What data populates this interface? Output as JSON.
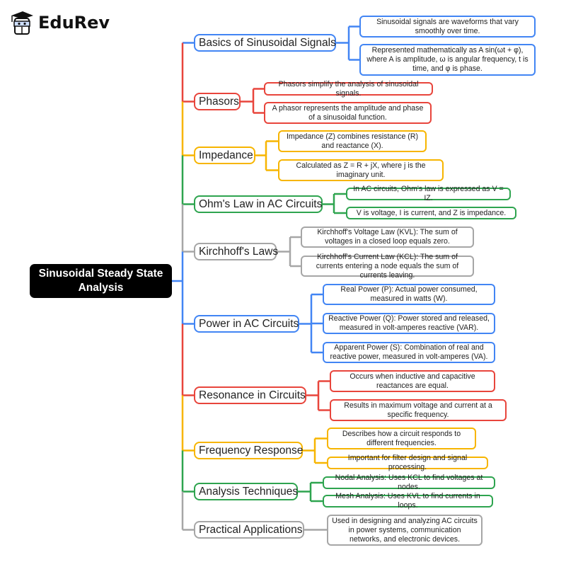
{
  "logo": {
    "text": "EduRev"
  },
  "root": {
    "label": "Sinusoidal Steady State Analysis"
  },
  "colors": {
    "blue": "#4285f4",
    "red": "#e8453c",
    "yellow": "#f7b500",
    "green": "#2ea44f",
    "gray": "#a6a6a6"
  },
  "branches": [
    {
      "label": "Basics of Sinusoidal Signals",
      "color": "blue",
      "leaves": [
        "Sinusoidal signals are waveforms that vary smoothly over time.",
        "Represented mathematically as A sin(ωt + φ), where A is amplitude, ω is angular frequency, t is time, and φ is phase."
      ]
    },
    {
      "label": "Phasors",
      "color": "red",
      "leaves": [
        "Phasors simplify the analysis of sinusoidal signals.",
        "A phasor represents the amplitude and phase of a sinusoidal function."
      ]
    },
    {
      "label": "Impedance",
      "color": "yellow",
      "leaves": [
        "Impedance (Z) combines resistance (R) and reactance (X).",
        "Calculated as Z = R + jX, where j is the imaginary unit."
      ]
    },
    {
      "label": "Ohm's Law in AC Circuits",
      "color": "green",
      "leaves": [
        "In AC circuits, Ohm's law is expressed as V = IZ.",
        "V is voltage, I is current, and Z is impedance."
      ]
    },
    {
      "label": "Kirchhoff's Laws",
      "color": "gray",
      "leaves": [
        "Kirchhoff's Voltage Law (KVL): The sum of voltages in a closed loop equals zero.",
        "Kirchhoff's Current Law (KCL): The sum of currents entering a node equals the sum of currents leaving."
      ]
    },
    {
      "label": "Power in AC Circuits",
      "color": "blue",
      "leaves": [
        "Real Power (P): Actual power consumed, measured in watts (W).",
        "Reactive Power (Q): Power stored and released, measured in volt-amperes reactive (VAR).",
        "Apparent Power (S): Combination of real and reactive power, measured in volt-amperes (VA)."
      ]
    },
    {
      "label": "Resonance in Circuits",
      "color": "red",
      "leaves": [
        "Occurs when inductive and capacitive reactances are equal.",
        "Results in maximum voltage and current at a specific frequency."
      ]
    },
    {
      "label": "Frequency Response",
      "color": "yellow",
      "leaves": [
        "Describes how a circuit responds to different frequencies.",
        "Important for filter design and signal processing."
      ]
    },
    {
      "label": "Analysis Techniques",
      "color": "green",
      "leaves": [
        "Nodal Analysis: Uses KCL to find voltages at nodes.",
        "Mesh Analysis: Uses KVL to find currents in loops."
      ]
    },
    {
      "label": "Practical Applications",
      "color": "gray",
      "leaves": [
        "Used in designing and analyzing AC circuits in power systems, communication networks, and electronic devices."
      ]
    }
  ]
}
